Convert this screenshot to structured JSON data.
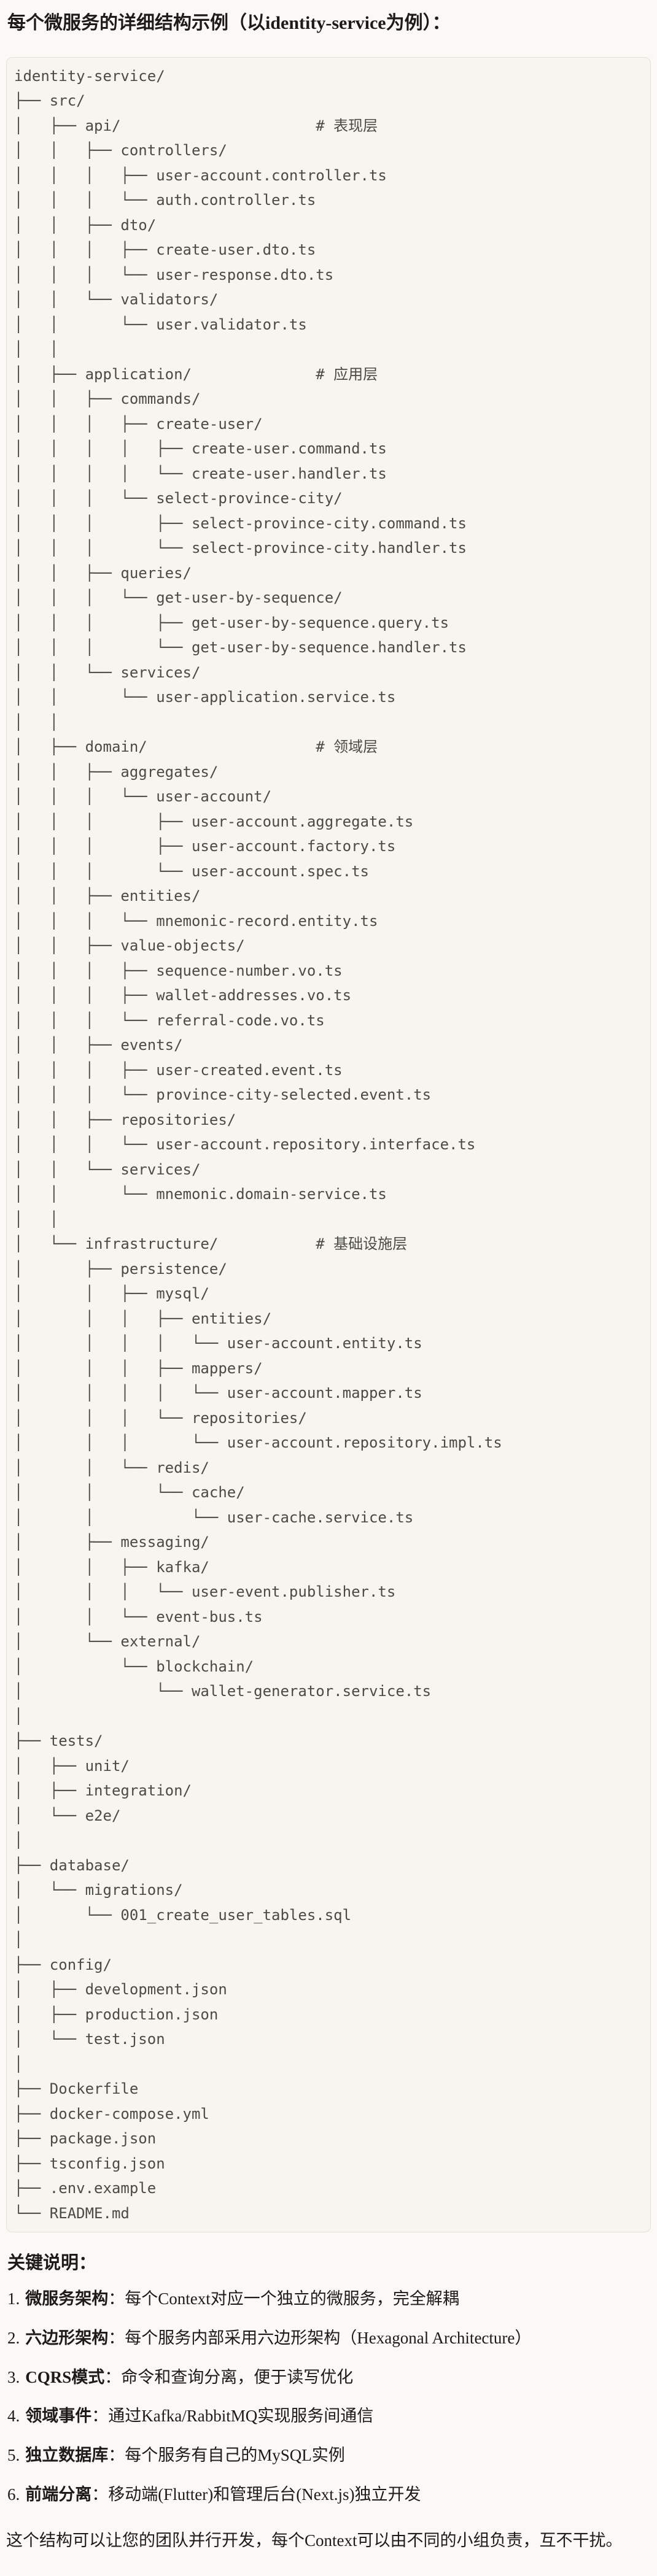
{
  "page": {
    "title": "每个微服务的详细结构示例（以identity-service为例）："
  },
  "code_block": {
    "tree_lines": [
      "identity-service/",
      "├── src/",
      "│   ├── api/                      # 表现层",
      "│   │   ├── controllers/",
      "│   │   │   ├── user-account.controller.ts",
      "│   │   │   └── auth.controller.ts",
      "│   │   ├── dto/",
      "│   │   │   ├── create-user.dto.ts",
      "│   │   │   └── user-response.dto.ts",
      "│   │   └── validators/",
      "│   │       └── user.validator.ts",
      "│   │",
      "│   ├── application/              # 应用层",
      "│   │   ├── commands/",
      "│   │   │   ├── create-user/",
      "│   │   │   │   ├── create-user.command.ts",
      "│   │   │   │   └── create-user.handler.ts",
      "│   │   │   └── select-province-city/",
      "│   │   │       ├── select-province-city.command.ts",
      "│   │   │       └── select-province-city.handler.ts",
      "│   │   ├── queries/",
      "│   │   │   └── get-user-by-sequence/",
      "│   │   │       ├── get-user-by-sequence.query.ts",
      "│   │   │       └── get-user-by-sequence.handler.ts",
      "│   │   └── services/",
      "│   │       └── user-application.service.ts",
      "│   │",
      "│   ├── domain/                   # 领域层",
      "│   │   ├── aggregates/",
      "│   │   │   └── user-account/",
      "│   │   │       ├── user-account.aggregate.ts",
      "│   │   │       ├── user-account.factory.ts",
      "│   │   │       └── user-account.spec.ts",
      "│   │   ├── entities/",
      "│   │   │   └── mnemonic-record.entity.ts",
      "│   │   ├── value-objects/",
      "│   │   │   ├── sequence-number.vo.ts",
      "│   │   │   ├── wallet-addresses.vo.ts",
      "│   │   │   └── referral-code.vo.ts",
      "│   │   ├── events/",
      "│   │   │   ├── user-created.event.ts",
      "│   │   │   └── province-city-selected.event.ts",
      "│   │   ├── repositories/",
      "│   │   │   └── user-account.repository.interface.ts",
      "│   │   └── services/",
      "│   │       └── mnemonic.domain-service.ts",
      "│   │",
      "│   └── infrastructure/           # 基础设施层",
      "│       ├── persistence/",
      "│       │   ├── mysql/",
      "│       │   │   ├── entities/",
      "│       │   │   │   └── user-account.entity.ts",
      "│       │   │   ├── mappers/",
      "│       │   │   │   └── user-account.mapper.ts",
      "│       │   │   └── repositories/",
      "│       │   │       └── user-account.repository.impl.ts",
      "│       │   └── redis/",
      "│       │       └── cache/",
      "│       │           └── user-cache.service.ts",
      "│       ├── messaging/",
      "│       │   ├── kafka/",
      "│       │   │   └── user-event.publisher.ts",
      "│       │   └── event-bus.ts",
      "│       └── external/",
      "│           └── blockchain/",
      "│               └── wallet-generator.service.ts",
      "│",
      "├── tests/",
      "│   ├── unit/",
      "│   ├── integration/",
      "│   └── e2e/",
      "│",
      "├── database/",
      "│   └── migrations/",
      "│       └── 001_create_user_tables.sql",
      "│",
      "├── config/",
      "│   ├── development.json",
      "│   ├── production.json",
      "│   └── test.json",
      "│",
      "├── Dockerfile",
      "├── docker-compose.yml",
      "├── package.json",
      "├── tsconfig.json",
      "├── .env.example",
      "└── README.md"
    ]
  },
  "notes": {
    "heading": "关键说明：",
    "separator": "：",
    "items": [
      {
        "num": "1.",
        "label": "微服务架构",
        "text": "每个Context对应一个独立的微服务，完全解耦"
      },
      {
        "num": "2.",
        "label": "六边形架构",
        "text": "每个服务内部采用六边形架构（Hexagonal Architecture）"
      },
      {
        "num": "3.",
        "label": "CQRS模式",
        "text": "命令和查询分离，便于读写优化"
      },
      {
        "num": "4.",
        "label": "领域事件",
        "text": "通过Kafka/RabbitMQ实现服务间通信"
      },
      {
        "num": "5.",
        "label": "独立数据库",
        "text": "每个服务有自己的MySQL实例"
      },
      {
        "num": "6.",
        "label": "前端分离",
        "text": "移动端(Flutter)和管理后台(Next.js)独立开发"
      }
    ],
    "footer": "这个结构可以让您的团队并行开发，每个Context可以由不同的小组负责，互不干扰。"
  }
}
